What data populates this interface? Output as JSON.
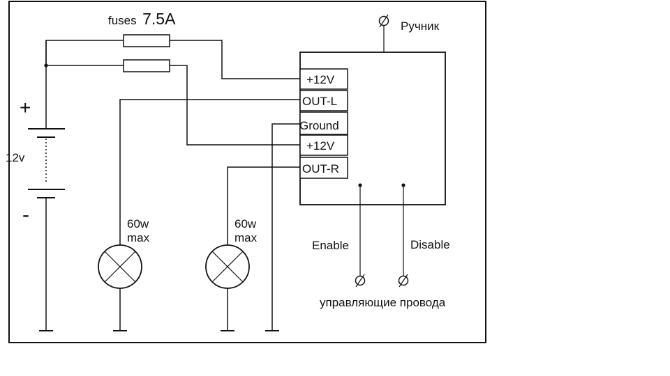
{
  "labels": {
    "fuses_word": "fuses",
    "fuses_rating": "7.5A",
    "handbrake": "Ручник",
    "plus": "+",
    "voltage": "12v",
    "minus": "-",
    "lamp_left_power": "60w",
    "lamp_left_max": "max",
    "lamp_right_power": "60w",
    "lamp_right_max": "max",
    "enable": "Enable",
    "disable": "Disable",
    "control_wires": "управляющие провода"
  },
  "terminals": [
    "+12V",
    "OUT-L",
    "Ground",
    "+12V",
    "OUT-R"
  ],
  "colors": {
    "ink": "#111111",
    "background": "#ffffff"
  }
}
